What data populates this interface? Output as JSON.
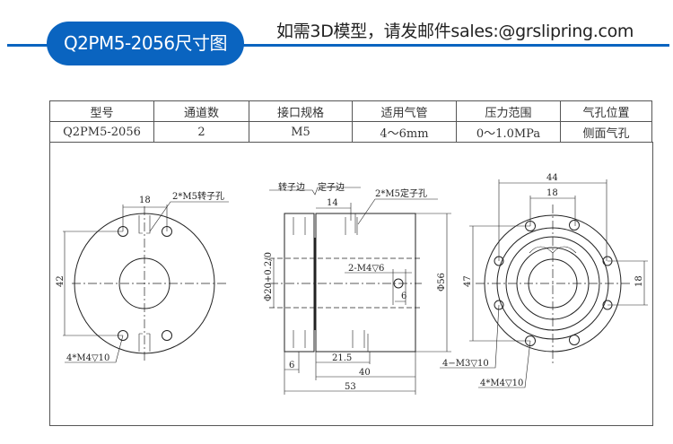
{
  "header": {
    "title": "Q2PM5-2056尺寸图",
    "contact": "如需3D模型，请发邮件sales:@grslipring.com",
    "accent_color": "#0a64c0"
  },
  "spec_table": {
    "headers": [
      "型号",
      "通道数",
      "接口规格",
      "适用气管",
      "压力范围",
      "气孔位置"
    ],
    "row": [
      "Q2PM5-2056",
      "2",
      "M5",
      "4～6mm",
      "0～1.0MPa",
      "侧面气孔"
    ]
  },
  "drawing": {
    "front": {
      "dim_top": "18",
      "dim_left": "42",
      "label_holes_top": "2*M5转子孔",
      "label_holes_bottom": "4*M4▽10"
    },
    "side": {
      "rotor_side": "转子边",
      "stator_side": "定子边",
      "label_stator_holes": "2*M5定子孔",
      "dim_14": "14",
      "label_m4": "2-M4▽6",
      "dim_6_right": "6",
      "dim_bore": "Φ20+0.2/0",
      "dim_diameter": "Φ56",
      "dim_6": "6",
      "dim_21_5": "21.5",
      "dim_40": "40",
      "dim_53": "53"
    },
    "rear": {
      "dim_44": "44",
      "dim_18_top": "18",
      "dim_47": "47",
      "dim_18_right": "18",
      "label_m3": "4−M3▽10",
      "label_m4": "4*M4▽10"
    }
  }
}
